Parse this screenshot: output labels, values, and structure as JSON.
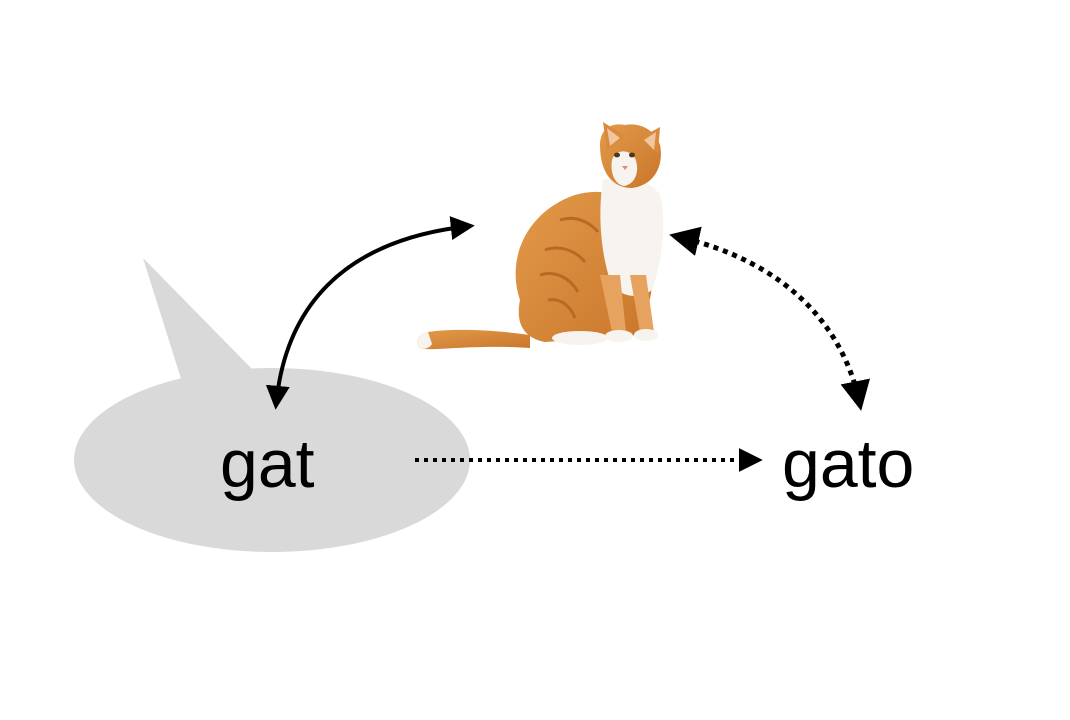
{
  "diagram": {
    "source_word": "gat",
    "target_word": "gato",
    "referent_icon": "cat-photo",
    "colors": {
      "bubble": "#d9d9d9",
      "arrow": "#000000",
      "text": "#000000",
      "cat_fur": "#d98a3a",
      "cat_white": "#f7f3ee"
    }
  }
}
